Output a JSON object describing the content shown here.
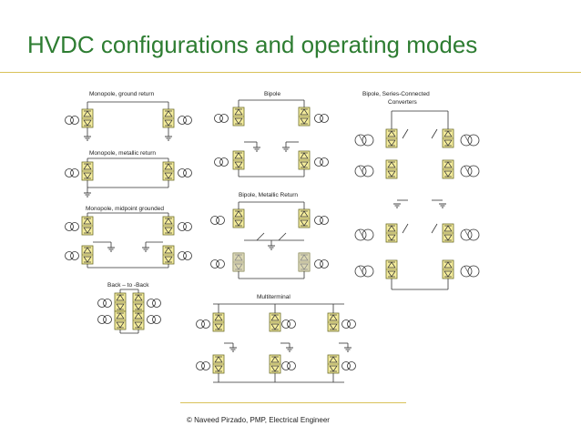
{
  "slide": {
    "title": "HVDC configurations and operating modes",
    "footer": "© Naveed Pirzado, PMP, Electrical Engineer"
  },
  "diagram": {
    "labels": {
      "mono_ground": "Monopole, ground return",
      "mono_metallic": "Monopole, metallic return",
      "mono_midpoint": "Monopole, midpoint grounded",
      "back_to_back": "Back – to -Back",
      "bipole": "Bipole",
      "bipole_metallic": "Bipole, Metallic Return",
      "multiterminal": "Multiterminal",
      "series_line1": "Bipole, Series-Connected",
      "series_line2": "Converters"
    }
  }
}
